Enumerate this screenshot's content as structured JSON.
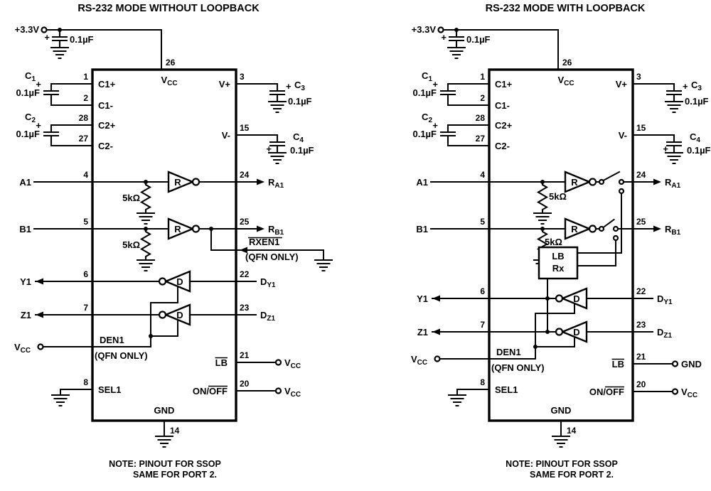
{
  "left": {
    "title": "RS-232 MODE WITHOUT LOOPBACK",
    "supply": {
      "label": "+3.3V",
      "plus": "+",
      "cap_value": "0.1µF"
    },
    "vcc_inside": {
      "main": "V",
      "sub": "CC"
    },
    "pins": {
      "p1": "1",
      "p2": "2",
      "p3": "3",
      "p4": "4",
      "p5": "5",
      "p6": "6",
      "p7": "7",
      "p8": "8",
      "p14": "14",
      "p15": "15",
      "p20": "20",
      "p21": "21",
      "p22": "22",
      "p23": "23",
      "p24": "24",
      "p25": "25",
      "p26": "26",
      "p27": "27",
      "p28": "28"
    },
    "labels": {
      "c1_plus": "C1+",
      "c1_minus": "C1-",
      "c2_plus": "C2+",
      "c2_minus": "C2-",
      "v_plus": "V+",
      "v_minus": "V-",
      "a1": "A1",
      "b1": "B1",
      "y1": "Y1",
      "z1": "Z1",
      "sel1": "SEL1",
      "gnd": "GND",
      "den1": "DEN1",
      "den1_qfn": "(QFN ONLY)",
      "rxen1": "RXEN1",
      "rxen1_qfn": "(QFN ONLY)",
      "receiver": "R",
      "driver": "D",
      "res_a": "5kΩ",
      "res_b": "5kΩ",
      "lb": "LB",
      "on": "ON/",
      "off": "OFF"
    },
    "caps": {
      "c1": {
        "name": "C",
        "sub": "1",
        "value": "0.1µF",
        "plus": "+"
      },
      "c2": {
        "name": "C",
        "sub": "2",
        "value": "0.1µF",
        "plus": "+"
      },
      "c3": {
        "name": "C",
        "sub": "3",
        "value": "0.1µF",
        "plus": "+"
      },
      "c4": {
        "name": "C",
        "sub": "4",
        "value": "0.1µF",
        "plus": "+"
      }
    },
    "signals": {
      "ra1": {
        "main": "R",
        "sub": "A1"
      },
      "rb1": {
        "main": "R",
        "sub": "B1"
      },
      "dy1": {
        "main": "D",
        "sub": "Y1"
      },
      "dz1": {
        "main": "D",
        "sub": "Z1"
      }
    },
    "terminals": {
      "den": {
        "main": "V",
        "sub": "CC"
      },
      "lb": {
        "main": "V",
        "sub": "CC"
      },
      "onoff": {
        "main": "V",
        "sub": "CC"
      }
    },
    "note": {
      "line1": "NOTE: PINOUT FOR SSOP",
      "line2": "SAME FOR PORT 2."
    }
  },
  "right": {
    "title": "RS-232 MODE WITH LOOPBACK",
    "supply": {
      "label": "+3.3V",
      "plus": "+",
      "cap_value": "0.1µF"
    },
    "vcc_inside": {
      "main": "V",
      "sub": "CC"
    },
    "pins": {
      "p1": "1",
      "p2": "2",
      "p3": "3",
      "p4": "4",
      "p5": "5",
      "p6": "6",
      "p7": "7",
      "p8": "8",
      "p14": "14",
      "p15": "15",
      "p20": "20",
      "p21": "21",
      "p22": "22",
      "p23": "23",
      "p24": "24",
      "p25": "25",
      "p26": "26",
      "p27": "27",
      "p28": "28"
    },
    "labels": {
      "c1_plus": "C1+",
      "c1_minus": "C1-",
      "c2_plus": "C2+",
      "c2_minus": "C2-",
      "v_plus": "V+",
      "v_minus": "V-",
      "a1": "A1",
      "b1": "B1",
      "y1": "Y1",
      "z1": "Z1",
      "sel1": "SEL1",
      "gnd": "GND",
      "den1": "DEN1",
      "den1_qfn": "(QFN ONLY)",
      "receiver": "R",
      "driver": "D",
      "res_a": "5kΩ",
      "res_b": "5kΩ",
      "lb": "LB",
      "on": "ON/",
      "off": "OFF"
    },
    "caps": {
      "c1": {
        "name": "C",
        "sub": "1",
        "value": "0.1µF",
        "plus": "+"
      },
      "c2": {
        "name": "C",
        "sub": "2",
        "value": "0.1µF",
        "plus": "+"
      },
      "c3": {
        "name": "C",
        "sub": "3",
        "value": "0.1µF",
        "plus": "+"
      },
      "c4": {
        "name": "C",
        "sub": "4",
        "value": "0.1µF",
        "plus": "+"
      }
    },
    "signals": {
      "ra1": {
        "main": "R",
        "sub": "A1"
      },
      "rb1": {
        "main": "R",
        "sub": "B1"
      },
      "dy1": {
        "main": "D",
        "sub": "Y1"
      },
      "dz1": {
        "main": "D",
        "sub": "Z1"
      }
    },
    "loopback": {
      "lb": "LB",
      "rx": "Rx"
    },
    "terminals": {
      "den": {
        "main": "V",
        "sub": "CC"
      },
      "lb": {
        "main": "GND",
        "sub": ""
      },
      "onoff": {
        "main": "V",
        "sub": "CC"
      }
    },
    "note": {
      "line1": "NOTE: PINOUT FOR SSOP",
      "line2": "SAME FOR PORT 2."
    }
  }
}
